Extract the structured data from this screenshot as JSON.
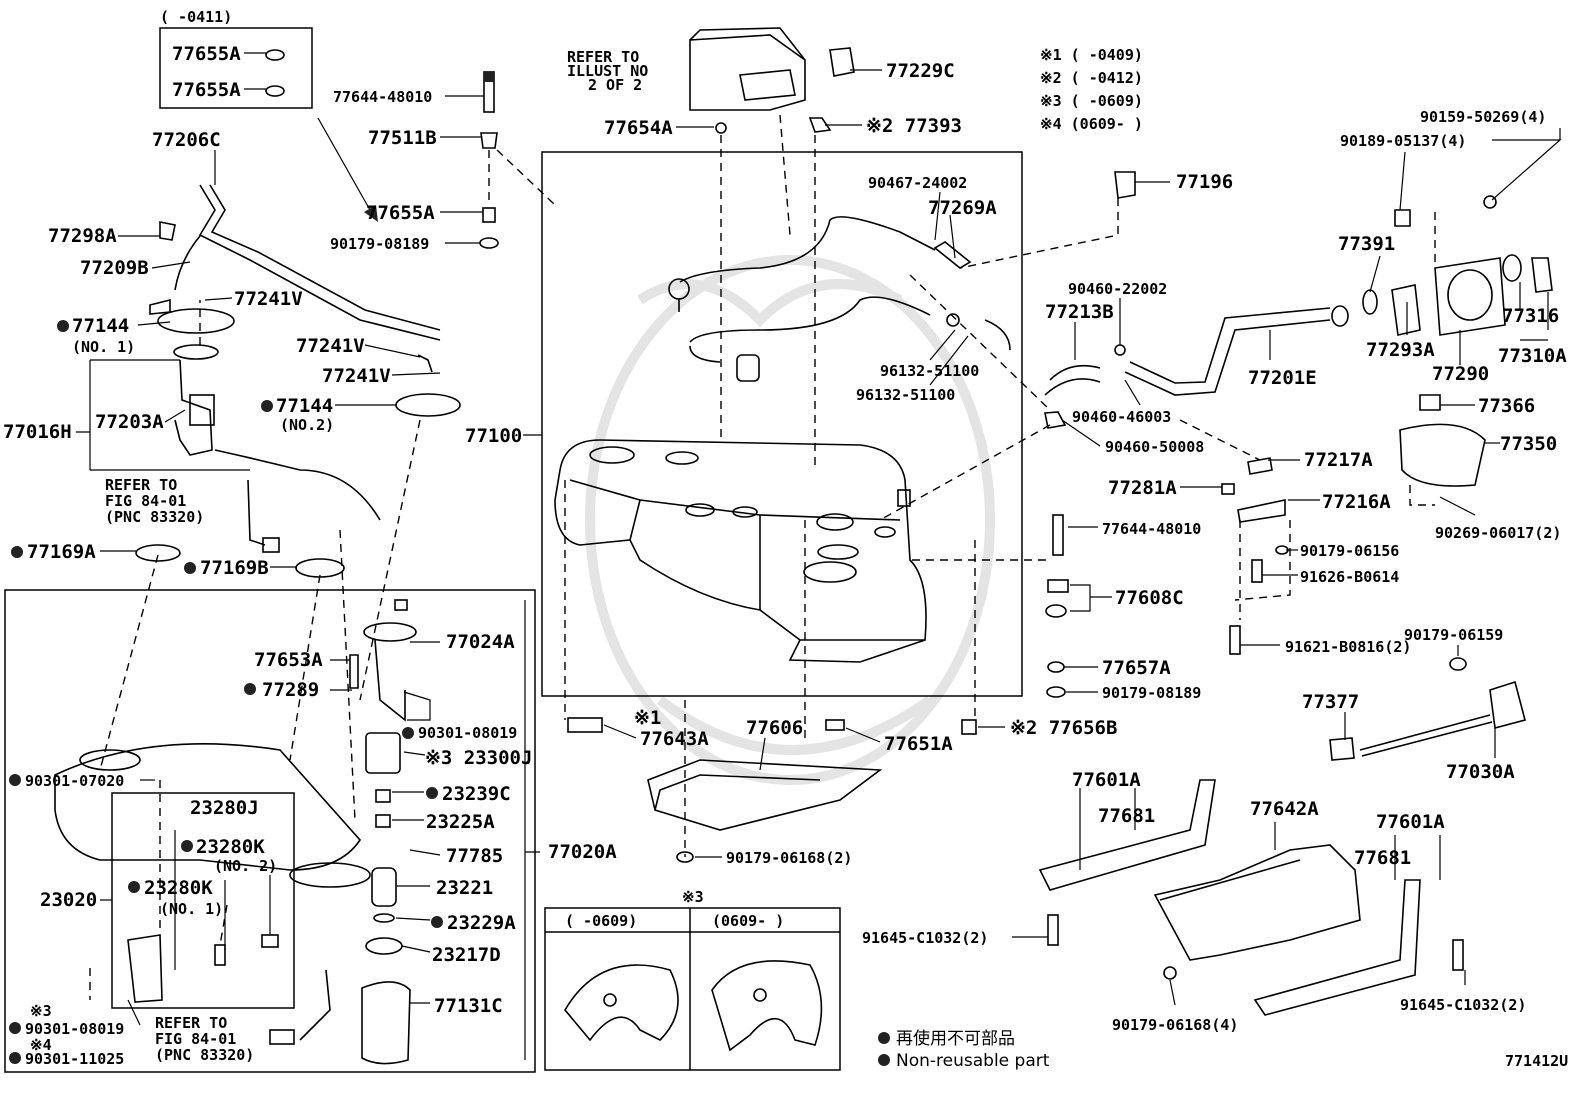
{
  "diagram_code": "771412U",
  "footnotes": {
    "n1": "※1 (     -0409)",
    "n2": "※2 (     -0412)",
    "n3": "※3 (     -0609)",
    "n4": "※4 (0609-     )"
  },
  "legend": {
    "jp": "再使用不可部品",
    "en": "Non-reusable part"
  },
  "range_0411": "(     -0411)",
  "refer_illust": [
    "REFER TO",
    "ILLUST NO",
    "2 OF 2"
  ],
  "refer_fig_a": [
    "REFER TO",
    "FIG 84-01",
    "(PNC 83320)"
  ],
  "refer_fig_b": [
    "REFER TO",
    "FIG 84-01",
    "(PNC 83320)"
  ],
  "inset": {
    "mark": "※3",
    "left_header": "(     -0609)",
    "right_header": "(0609-     )"
  },
  "parts": {
    "p77655A_1": "77655A",
    "p77655A_2": "77655A",
    "p77655A_3": "77655A",
    "p77644_1": "77644-48010",
    "p77644_2": "77644-48010",
    "p77511B": "77511B",
    "p90179_08189_1": "90179-08189",
    "p90179_08189_2": "90179-08189",
    "p77206C": "77206C",
    "p77298A": "77298A",
    "p77209B": "77209B",
    "p77241V_1": "77241V",
    "p77241V_2": "77241V",
    "p77241V_3": "77241V",
    "p77144_1": "77144",
    "p77144_1_sub": "(NO. 1)",
    "p77144_2": "77144",
    "p77144_2_sub": "(NO.2)",
    "p77016H": "77016H",
    "p77203A": "77203A",
    "p77169A": "77169A",
    "p77169B": "77169B",
    "p77100": "77100",
    "p77654A": "77654A",
    "p77229C": "77229C",
    "p77393": "※2 77393",
    "p90467": "90467-24002",
    "p77269A": "77269A",
    "p77196": "77196",
    "p96132_1": "96132-51100",
    "p96132_2": "96132-51100",
    "p90460_22002": "90460-22002",
    "p77213B": "77213B",
    "p90460_46003": "90460-46003",
    "p90460_50008": "90460-50008",
    "p77201E": "77201E",
    "p77391": "77391",
    "p77293A": "77293A",
    "p77290": "77290",
    "p77316": "77316",
    "p77310A": "77310A",
    "p90159": "90159-50269(4)",
    "p90189": "90189-05137(4)",
    "p77366": "77366",
    "p77350": "77350",
    "p90269": "90269-06017(2)",
    "p77217A": "77217A",
    "p77281A": "77281A",
    "p77216A": "77216A",
    "p90179_06156": "90179-06156",
    "p91626": "91626-B0614",
    "p77608C": "77608C",
    "p91621": "91621-B0816(2)",
    "p77657A": "77657A",
    "p90179_06159": "90179-06159",
    "p77377": "77377",
    "p77030A": "77030A",
    "p77656B": "※2 77656B",
    "p77651A": "77651A",
    "p77643A": "77643A",
    "p77643A_mark": "※1",
    "p77606": "77606",
    "p90179_06168_2": "90179-06168(2)",
    "p77601A_1": "77601A",
    "p77681_1": "77681",
    "p77642A": "77642A",
    "p77601A_2": "77601A",
    "p77681_2": "77681",
    "p91645_1": "91645-C1032(2)",
    "p91645_2": "91645-C1032(2)",
    "p90179_06168_4": "90179-06168(4)",
    "p77024A": "77024A",
    "p77653A": "77653A",
    "p77289": "77289",
    "p90301_08019_1": "90301-08019",
    "p23300J": "※3 23300J",
    "p23239C": "23239C",
    "p23225A": "23225A",
    "p77785": "77785",
    "p77020A": "77020A",
    "p23221": "23221",
    "p23229A": "23229A",
    "p23217D": "23217D",
    "p77131C": "77131C",
    "p23280J": "23280J",
    "p23280K_2": "23280K",
    "p23280K_2_sub": "(NO. 2)",
    "p23280K_1": "23280K",
    "p23280K_1_sub": "(NO. 1)",
    "p23020": "23020",
    "p90301_07020": "90301-07020",
    "p90301_08019_2": "90301-08019",
    "p90301_08019_2_mark": "※3",
    "p90301_11025": "90301-11025",
    "p90301_11025_mark": "※4"
  }
}
